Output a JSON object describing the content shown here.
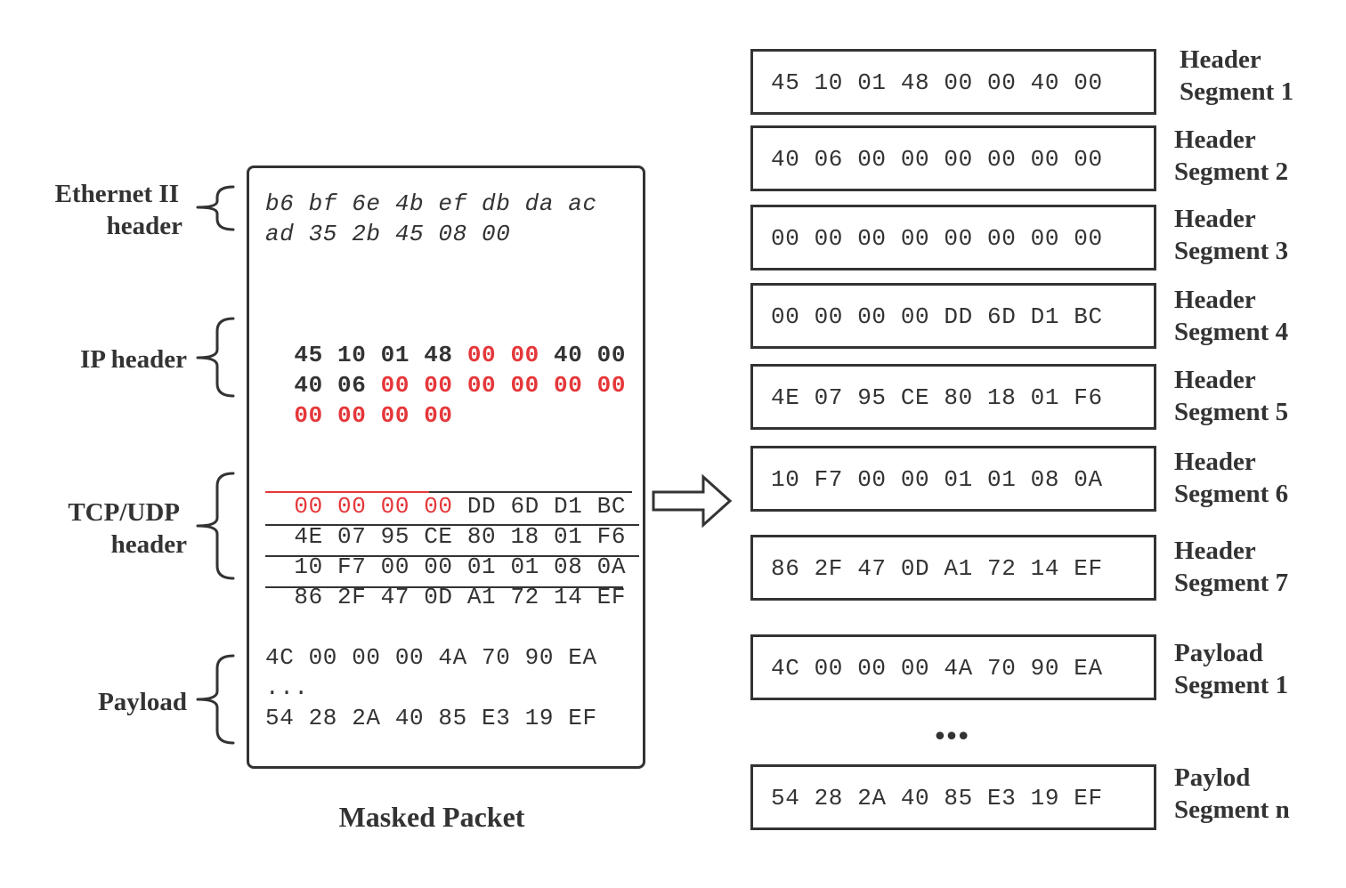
{
  "masked_packet": {
    "title": "Masked Packet",
    "sections": [
      {
        "label_lines": [
          "Ethernet II",
          "header"
        ]
      },
      {
        "label_lines": [
          "IP header"
        ]
      },
      {
        "label_lines": [
          "TCP/UDP",
          "header"
        ]
      },
      {
        "label_lines": [
          "Payload"
        ]
      }
    ],
    "ethernet_lines": [
      "b6 bf 6e 4b ef db da ac",
      "ad 35 2b 45 08 00"
    ],
    "ip_lines": [
      [
        {
          "t": "45 10 01 48 ",
          "c": "dark"
        },
        {
          "t": "00 00",
          "c": "red"
        },
        {
          "t": " 40 00",
          "c": "dark"
        }
      ],
      [
        {
          "t": "40 06 ",
          "c": "dark"
        },
        {
          "t": "00 00 00 00 00 00",
          "c": "red"
        }
      ],
      [
        {
          "t": "00 00 00 00",
          "c": "red"
        }
      ]
    ],
    "tcp_lines": [
      [
        {
          "t": "00 00 00 00",
          "c": "red"
        },
        {
          "t": " DD 6D D1 BC",
          "c": "dark"
        }
      ],
      [
        {
          "t": "4E 07 95 CE 80 18 01 F6",
          "c": "dark"
        }
      ],
      [
        {
          "t": "10 F7 00 00 01 01 08 0A",
          "c": "dark"
        }
      ],
      [
        {
          "t": "86 2F 47 0D A1 72 14 EF",
          "c": "dark"
        }
      ]
    ],
    "payload_lines": [
      "4C 00 00 00 4A 70 90 EA",
      "...",
      "54 28 2A 40 85 E3 19 EF"
    ]
  },
  "segments": [
    {
      "hex": "45 10 01 48 00 00 40 00",
      "label_lines": [
        "Header",
        "Segment 1"
      ]
    },
    {
      "hex": "40 06 00 00 00 00 00 00",
      "label_lines": [
        "Header",
        "Segment 2"
      ]
    },
    {
      "hex": "00 00 00 00 00 00 00 00",
      "label_lines": [
        "Header",
        "Segment 3"
      ]
    },
    {
      "hex": "00 00 00 00 DD 6D D1 BC",
      "label_lines": [
        "Header",
        "Segment 4"
      ]
    },
    {
      "hex": "4E 07 95 CE 80 18 01 F6",
      "label_lines": [
        "Header",
        "Segment 5"
      ]
    },
    {
      "hex": "10 F7 00 00 01 01 08 0A",
      "label_lines": [
        "Header",
        "Segment 6"
      ]
    },
    {
      "hex": "86 2F 47 0D A1 72 14 EF",
      "label_lines": [
        "Header",
        "Segment 7"
      ]
    },
    {
      "hex": "4C 00 00 00 4A 70 90 EA",
      "label_lines": [
        "Payload",
        "Segment 1"
      ]
    },
    {
      "hex": "54 28 2A 40 85 E3 19 EF",
      "label_lines": [
        "Paylod",
        "Segment n"
      ]
    }
  ],
  "ellipsis": "•••",
  "colors": {
    "text": "#333333",
    "masked": "#e5373a",
    "line": "#333333"
  }
}
